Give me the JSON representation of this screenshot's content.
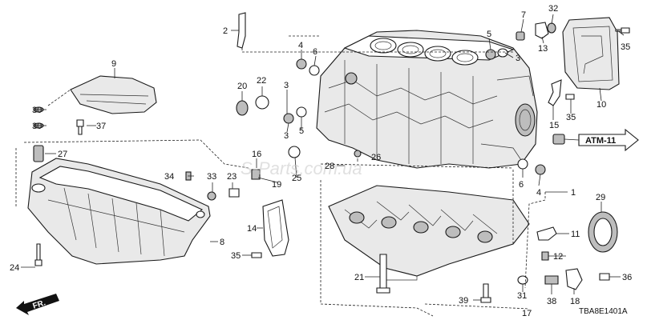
{
  "diagram": {
    "callouts": [
      {
        "id": "c2",
        "text": "2"
      },
      {
        "id": "c7",
        "text": "7"
      },
      {
        "id": "c32",
        "text": "32"
      },
      {
        "id": "c35a",
        "text": "35"
      },
      {
        "id": "c4a",
        "text": "4"
      },
      {
        "id": "c6a",
        "text": "6"
      },
      {
        "id": "c5a",
        "text": "5"
      },
      {
        "id": "c3a",
        "text": "3"
      },
      {
        "id": "c13",
        "text": "13"
      },
      {
        "id": "c9",
        "text": "9"
      },
      {
        "id": "c20",
        "text": "20"
      },
      {
        "id": "c22",
        "text": "22"
      },
      {
        "id": "c3b",
        "text": "3"
      },
      {
        "id": "c10",
        "text": "10"
      },
      {
        "id": "c30a",
        "text": "30"
      },
      {
        "id": "c30b",
        "text": "30"
      },
      {
        "id": "c37",
        "text": "37"
      },
      {
        "id": "c3c",
        "text": "3"
      },
      {
        "id": "c5b",
        "text": "5"
      },
      {
        "id": "c15",
        "text": "15"
      },
      {
        "id": "c35b",
        "text": "35"
      },
      {
        "id": "c27",
        "text": "27"
      },
      {
        "id": "c16",
        "text": "16"
      },
      {
        "id": "c26",
        "text": "26"
      },
      {
        "id": "c28",
        "text": "28"
      },
      {
        "id": "c34",
        "text": "34"
      },
      {
        "id": "c33",
        "text": "33"
      },
      {
        "id": "c23",
        "text": "23"
      },
      {
        "id": "c19",
        "text": "19"
      },
      {
        "id": "c25",
        "text": "25"
      },
      {
        "id": "c6b",
        "text": "6"
      },
      {
        "id": "c4b",
        "text": "4"
      },
      {
        "id": "c1",
        "text": "1"
      },
      {
        "id": "c29",
        "text": "29"
      },
      {
        "id": "c14",
        "text": "14"
      },
      {
        "id": "c8",
        "text": "8"
      },
      {
        "id": "c11",
        "text": "11"
      },
      {
        "id": "c35c",
        "text": "35"
      },
      {
        "id": "c12",
        "text": "12"
      },
      {
        "id": "c24",
        "text": "24"
      },
      {
        "id": "c21",
        "text": "21"
      },
      {
        "id": "c36",
        "text": "36"
      },
      {
        "id": "c31",
        "text": "31"
      },
      {
        "id": "c38",
        "text": "38"
      },
      {
        "id": "c18",
        "text": "18"
      },
      {
        "id": "c17",
        "text": "17"
      },
      {
        "id": "c39",
        "text": "39"
      }
    ],
    "reference_tag": "ATM-11",
    "front_indicator": "FR.",
    "diagram_code": "TBA8E1401A",
    "watermark": "S-Parts.com.ua"
  }
}
